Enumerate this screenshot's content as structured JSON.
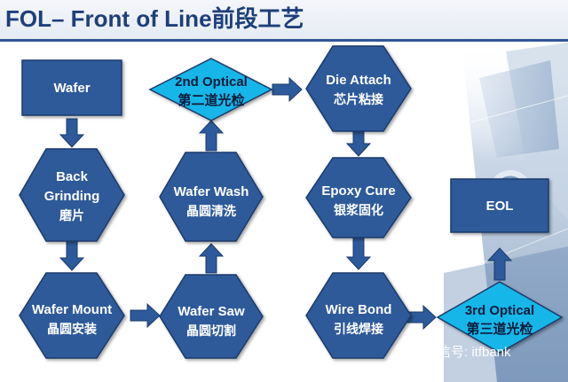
{
  "slide": {
    "title": "FOL– Front of Line前段工艺"
  },
  "colors": {
    "node_fill": "#2d5a9a",
    "node_stroke": "#1c3b6b",
    "inspection_fill": "#17b6e8",
    "arrow": "#2d5a9a",
    "title": "#1e3f7a"
  },
  "nodes": {
    "wafer": {
      "label": "Wafer",
      "shape": "rectangle"
    },
    "back_grinding": {
      "line1": "Back",
      "line2": "Grinding",
      "line3": "磨片",
      "shape": "hexagon"
    },
    "wafer_mount": {
      "line1": "Wafer Mount",
      "line2": "晶圆安装",
      "shape": "hexagon"
    },
    "wafer_saw": {
      "line1": "Wafer Saw",
      "line2": "晶圆切割",
      "shape": "hexagon"
    },
    "wafer_wash": {
      "line1": "Wafer Wash",
      "line2": "晶圆清洗",
      "shape": "hexagon"
    },
    "optical_2nd": {
      "line1": "2nd Optical",
      "line2": "第二道光检",
      "shape": "diamond"
    },
    "die_attach": {
      "line1": "Die Attach",
      "line2": "芯片粘接",
      "shape": "hexagon"
    },
    "epoxy_cure": {
      "line1": "Epoxy Cure",
      "line2": "银浆固化",
      "shape": "hexagon"
    },
    "wire_bond": {
      "line1": "Wire Bond",
      "line2": "引线焊接",
      "shape": "hexagon"
    },
    "optical_3rd": {
      "line1": "3rd Optical",
      "line2": "第三道光检",
      "shape": "diamond"
    },
    "eol": {
      "label": "EOL",
      "shape": "rectangle"
    }
  },
  "watermark": {
    "icon": "wechat-icon",
    "text": "微信号: itfbank"
  }
}
